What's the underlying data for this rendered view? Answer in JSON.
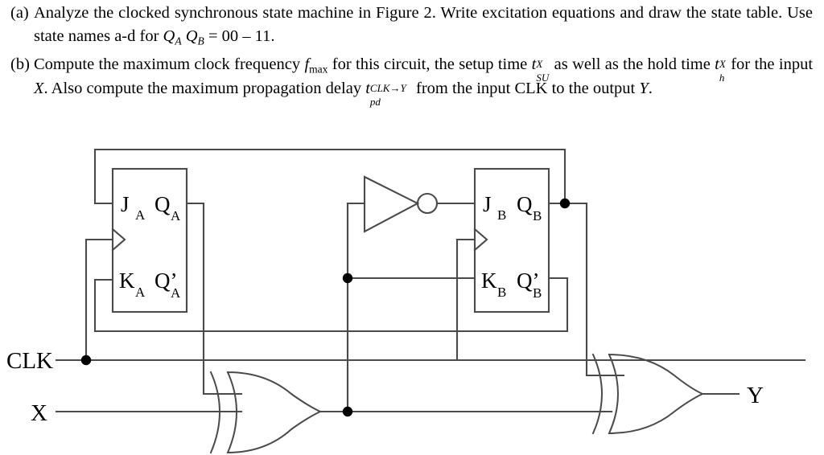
{
  "questions": [
    {
      "marker": "(a)",
      "parts": [
        {
          "t": "text",
          "v": "Analyze the clocked synchronous state machine in Figure 2.  Write excitation equations and draw the state table. Use state names a-d for "
        },
        {
          "t": "math",
          "v": "Q"
        },
        {
          "t": "sub",
          "v": "A"
        },
        {
          "t": "text",
          "v": " "
        },
        {
          "t": "math",
          "v": "Q"
        },
        {
          "t": "sub",
          "v": "B"
        },
        {
          "t": "text",
          "v": " = 00 – 11."
        }
      ],
      "plain": "Analyze the clocked synchronous state machine in Figure 2. Write excitation equations and draw the state table. Use state names a-d for QA QB = 00 – 11."
    },
    {
      "marker": "(b)",
      "plain": "Compute the maximum clock frequency fmax for this circuit, the setup time tSU^X as well as the hold time th^X for the input X. Also compute the maximum propagation delay tpd^CLK→Y from the input CLK to the output Y."
    }
  ],
  "text_fragments": {
    "a_1": "Analyze the clocked synchronous state machine in Figure 2.  Write excitation equations and",
    "a_2a": "draw the state table. Use state names a-d for ",
    "a_q": "Q",
    "a_sub_A": "A",
    "a_sub_B": "B",
    "a_eq": " = 00 – 11.",
    "b_1a": "Compute the maximum clock frequency ",
    "b_f": "f",
    "b_fmax": "max",
    "b_1b": " for this circuit, the setup time ",
    "b_t": "t",
    "b_tsu_sup": "X",
    "b_tsu_sub": "SU",
    "b_1c": " as well as the",
    "b_2a": "hold time ",
    "b_th_sup": "X",
    "b_th_sub": "h",
    "b_2b": " for the input ",
    "b_X": "X",
    "b_2c": ". Also compute the maximum propagation delay ",
    "b_tpd_sup": "CLK→Y",
    "b_tpd_sub": "pd",
    "b_2d": " from the",
    "b_3a": "input CLK to the output ",
    "b_Y": "Y",
    "b_3b": "."
  },
  "circuit": {
    "title": "clocked-synchronous-state-machine",
    "flipflops": [
      {
        "id": "ff-a",
        "inputs": [
          {
            "name": "J",
            "sub": "A"
          },
          {
            "name": "K",
            "sub": "A"
          }
        ],
        "outputs": [
          {
            "name": "Q",
            "sub": "A"
          },
          {
            "name": "Q’",
            "sub": "A"
          }
        ],
        "clock_symbol": "edge-triangle"
      },
      {
        "id": "ff-b",
        "inputs": [
          {
            "name": "J",
            "sub": "B"
          },
          {
            "name": "K",
            "sub": "B"
          }
        ],
        "outputs": [
          {
            "name": "Q",
            "sub": "B"
          },
          {
            "name": "Q’",
            "sub": "B"
          }
        ],
        "clock_symbol": "edge-triangle"
      }
    ],
    "gates": [
      {
        "id": "inverter-1",
        "type": "NOT"
      },
      {
        "id": "xor-gate-1",
        "type": "XOR"
      },
      {
        "id": "xor-gate-2",
        "type": "XOR"
      }
    ],
    "io": {
      "clk_label": "CLK",
      "x_label": "X",
      "y_label": "Y"
    },
    "ff_a_labels": {
      "j": "J",
      "j_sub": "A",
      "q": "Q",
      "q_sub": "A",
      "k": "K",
      "k_sub": "A",
      "qn": "Q’",
      "qn_sub": "A"
    },
    "ff_b_labels": {
      "j": "J",
      "j_sub": "B",
      "q": "Q",
      "q_sub": "B",
      "k": "K",
      "k_sub": "B",
      "qn": "Q’",
      "qn_sub": "B"
    }
  },
  "colors": {
    "ink": "#1a1a1a",
    "wire": "#4a4a4a",
    "background": "#ffffff"
  }
}
